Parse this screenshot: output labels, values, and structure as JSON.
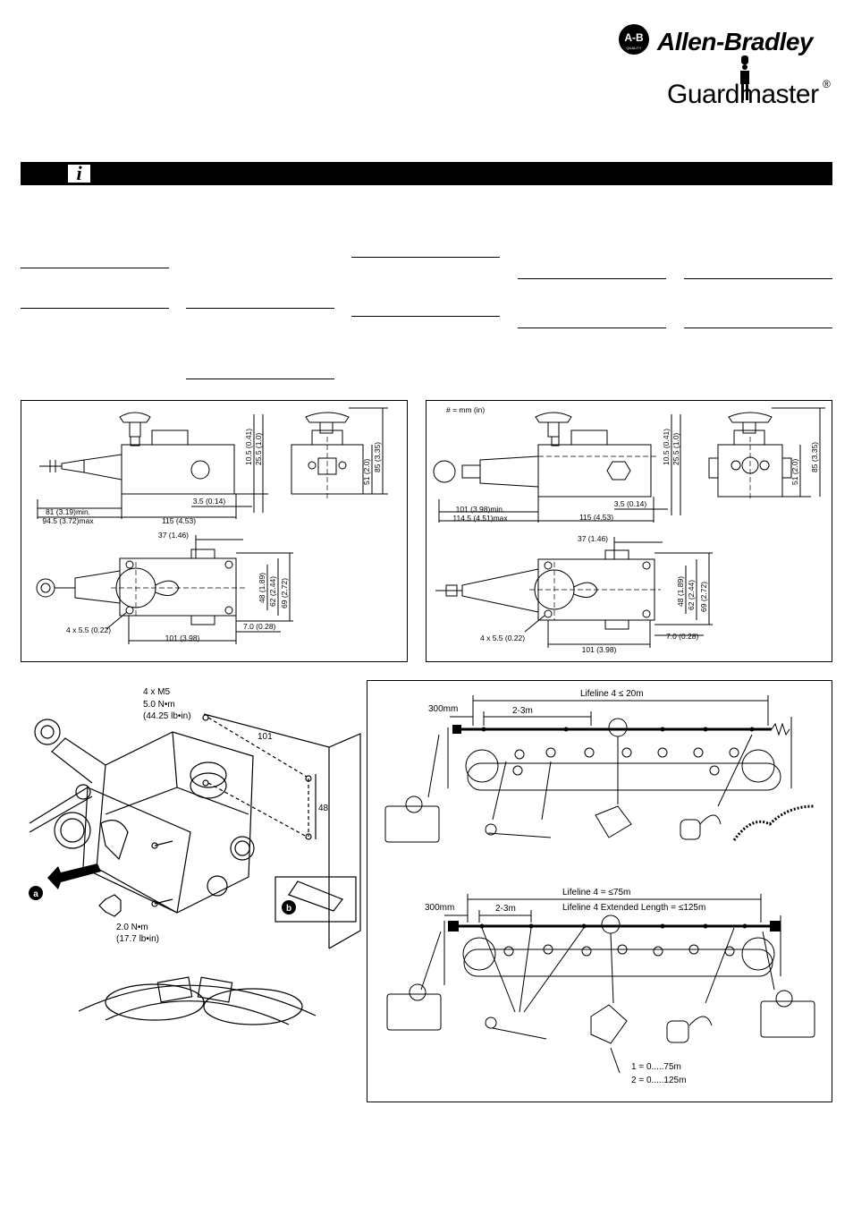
{
  "brand": {
    "ab_badge": "A-B",
    "ab_badge_sub": "QUALITY",
    "company": "Allen-Bradley",
    "product_line": "Guardmaster",
    "registered": "®"
  },
  "info_icon": "i",
  "info_bar_color": "#000000",
  "drawing_left": {
    "dims": {
      "min_max_a": "81 (3.19)min.",
      "min_max_b": "94.5 (3.72)max",
      "len_115": "115 (4.53)",
      "d_3_5": "3.5 (0.14)",
      "d_10_5": "10.5 (0.41)",
      "d_25_5": "25.5 (1.0)",
      "d_51": "51 (2.0)",
      "d_85": "85 (3.35)",
      "d_37": "37 (1.46)",
      "d_48": "48 (1.89)",
      "d_62": "62 (2.44)",
      "d_69": "69 (2.72)",
      "holes": "4 x 5.5 (0.22)",
      "d_7": "7.0 (0.28)",
      "d_101": "101 (3.98)"
    }
  },
  "drawing_right": {
    "unit_note": "# = mm (in)",
    "dims": {
      "min_max_a": "101 (3.98)min.",
      "min_max_b": "114.5 (4.51)max",
      "len_115": "115 (4.53)",
      "d_3_5": "3.5 (0.14)",
      "d_10_5": "10.5 (0.41)",
      "d_25_5": "25.5 (1.0)",
      "d_51": "51 (2.0)",
      "d_85": "85 (3.35)",
      "d_37": "37 (1.46)",
      "d_48": "48 (1.89)",
      "d_62": "62 (2.44)",
      "d_69": "69 (2.72)",
      "holes": "4 x 5.5 (0.22)",
      "d_7": "7.0 (0.28)",
      "d_101": "101 (3.98)"
    }
  },
  "mounting": {
    "screws": "4 x M5",
    "torque_nm": "5.0 N•m",
    "torque_lbin": "(44.25 lb•in)",
    "spacing_101": "101",
    "spacing_48": "48",
    "cover_torque_nm": "2.0 N•m",
    "cover_torque_lbin": "(17.7 lb•in)",
    "callout_a": "a",
    "callout_b": "b"
  },
  "rope_single": {
    "lifeline": "Lifeline 4 ≤ 20m",
    "end_gap": "300mm",
    "spacing": "2-3m"
  },
  "rope_double": {
    "lifeline": "Lifeline 4 = ≤75m",
    "lifeline_ext": "Lifeline 4 Extended Length = ≤125m",
    "end_gap": "300mm",
    "spacing": "2-3m",
    "legend_1": "1 = 0.....75m",
    "legend_2": "2 = 0.....125m"
  }
}
